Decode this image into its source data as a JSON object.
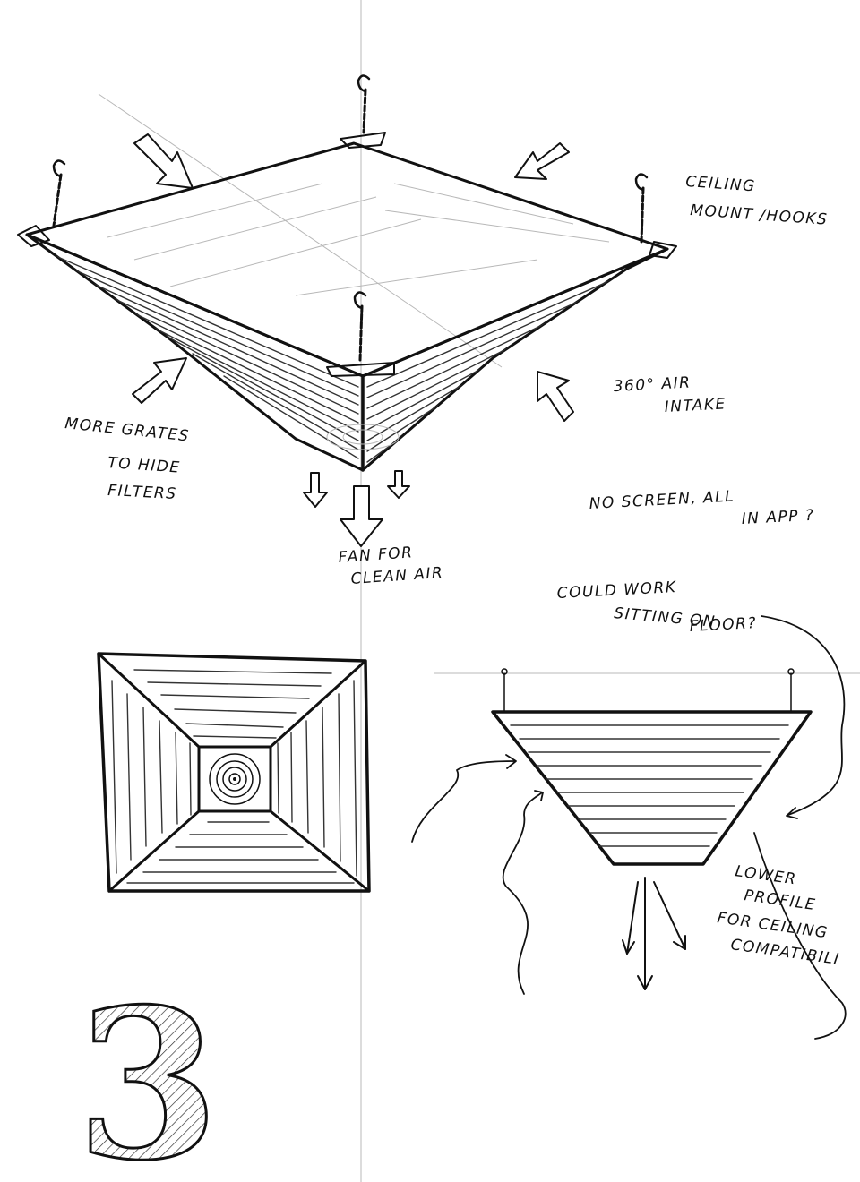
{
  "notes": {
    "ceiling_mount_1": "CEILING",
    "ceiling_mount_2": "MOUNT /HOOKS",
    "air_intake_1": "360° AIR",
    "air_intake_2": "INTAKE",
    "grates_1": "MORE GRATES",
    "grates_2": "TO HIDE",
    "grates_3": "FILTERS",
    "screen_1": "NO SCREEN, ALL",
    "screen_2": "IN APP ?",
    "fan_1": "FAN FOR",
    "fan_2": "CLEAN AIR",
    "floor_1": "COULD WORK",
    "floor_2": "SITTING ON",
    "floor_3": "FLOOR?",
    "profile_1": "LOWER",
    "profile_2": "PROFILE",
    "profile_3": "FOR CEILING",
    "profile_4": "COMPATIBILI"
  },
  "page_number": "3",
  "icons": [
    "hook-chain-icon",
    "down-arrow-icon",
    "intake-arrow-icon",
    "fan-swirl-icon"
  ]
}
